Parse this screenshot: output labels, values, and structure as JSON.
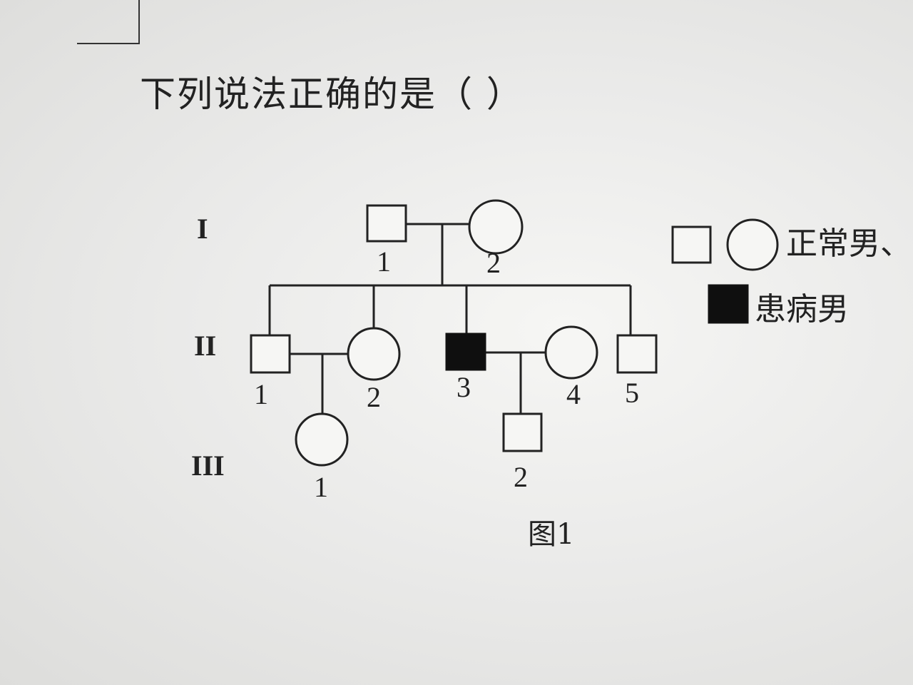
{
  "question": "下列说法正确的是（     ）",
  "generations": {
    "I": "I",
    "II": "II",
    "III": "III"
  },
  "members": {
    "I1": "1",
    "I2": "2",
    "II1": "1",
    "II2": "2",
    "II3": "3",
    "II4": "4",
    "II5": "5",
    "III1": "1",
    "III2": "2"
  },
  "legend": {
    "normal_label": "正常男、",
    "affected_label": "患病男"
  },
  "caption": "图1",
  "colors": {
    "affected": "#0f0f0f",
    "normal": "#ffffff",
    "line": "#222222"
  }
}
